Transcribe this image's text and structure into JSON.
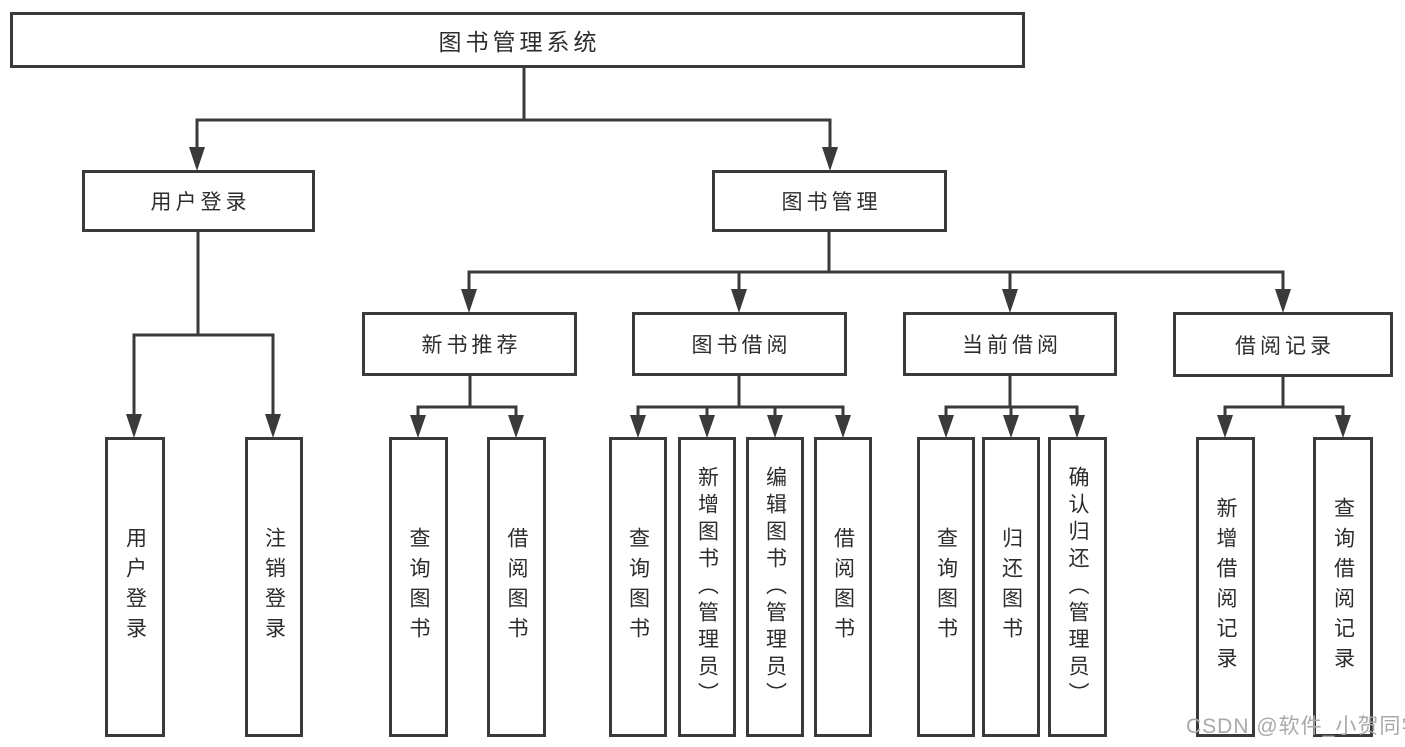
{
  "nodes": {
    "root": {
      "label": "图书管理系统"
    },
    "user_login": {
      "label": "用户登录"
    },
    "book_mgmt": {
      "label": "图书管理"
    },
    "new_book_rec": {
      "label": "新书推荐"
    },
    "book_borrow": {
      "label": "图书借阅"
    },
    "current_borrow": {
      "label": "当前借阅"
    },
    "borrow_records": {
      "label": "借阅记录"
    },
    "leaves": {
      "user_login": "用户登录",
      "logout": "注销登录",
      "nbr_query_books": "查询图书",
      "nbr_borrow_books": "借阅图书",
      "bb_query_books": "查询图书",
      "bb_add_books": "新增图书（管理员）",
      "bb_edit_books": "编辑图书（管理员）",
      "bb_borrow_books": "借阅图书",
      "cb_query_books": "查询图书",
      "cb_return_books": "归还图书",
      "cb_confirm_return": "确认归还（管理员）",
      "br_add_record": "新增借阅记录",
      "br_query_record": "查询借阅记录"
    }
  },
  "watermark": {
    "text": "CSDN @软件_小贺同学"
  },
  "colors": {
    "line": "#3a3a3a",
    "text": "#2d2d2d",
    "watermark": "#a9a9a9",
    "background": "#ffffff"
  }
}
